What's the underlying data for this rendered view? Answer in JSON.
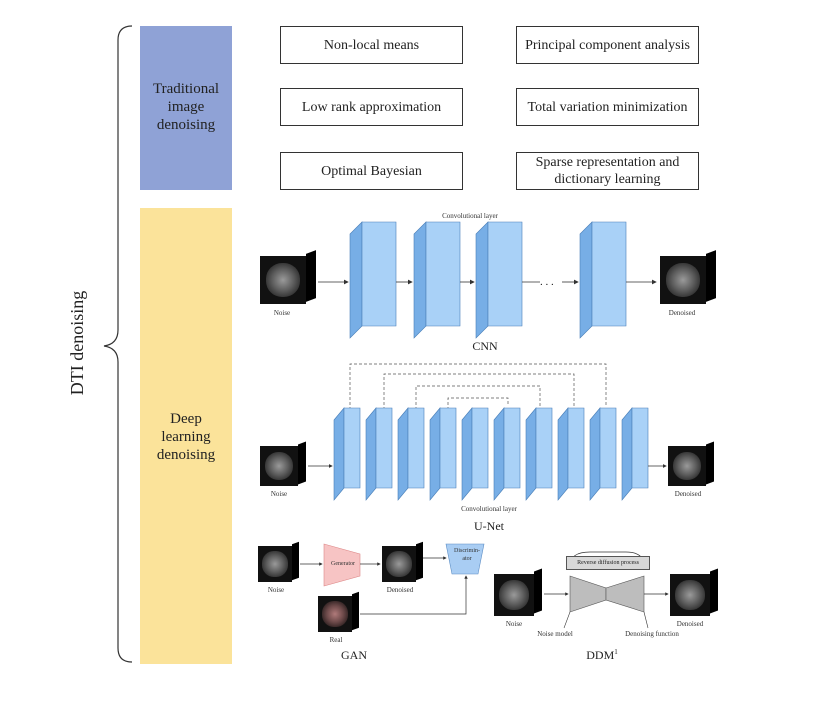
{
  "side_label": "DTI denoising",
  "traditional": {
    "label_lines": [
      "Traditional",
      "image",
      "denoising"
    ],
    "methods": [
      "Non-local means",
      "Principal component analysis",
      "Low rank approximation",
      "Total variation minimization",
      "Optimal Bayesian",
      "Sparse representation and dictionary learning"
    ]
  },
  "deep": {
    "label_lines": [
      "Deep",
      "learning",
      "denoising"
    ],
    "cnn": {
      "title": "CNN",
      "layer_label": "Convolutional layer",
      "input": "Noise",
      "output": "Denoised",
      "ellipsis": ". . ."
    },
    "unet": {
      "title": "U-Net",
      "layer_label": "Convolutional layer",
      "input": "Noise",
      "output": "Denoised"
    },
    "gan": {
      "title": "GAN",
      "generator": "Generator",
      "discriminator_lines": [
        "Discrimin-",
        "ator"
      ],
      "input": "Noise",
      "output": "Denoised",
      "real": "Real"
    },
    "ddm": {
      "title": "DDM",
      "title_sup": "1",
      "process": "Reverse diffusion process",
      "input": "Noise",
      "output": "Denoised",
      "noise_model": "Noise model",
      "denoising_function": "Denoising function"
    }
  },
  "colors": {
    "traditional_panel": "#8fa2d6",
    "deep_panel": "#fbe39a",
    "layer_front": "#a9d1f7",
    "layer_side": "#77aee6"
  }
}
